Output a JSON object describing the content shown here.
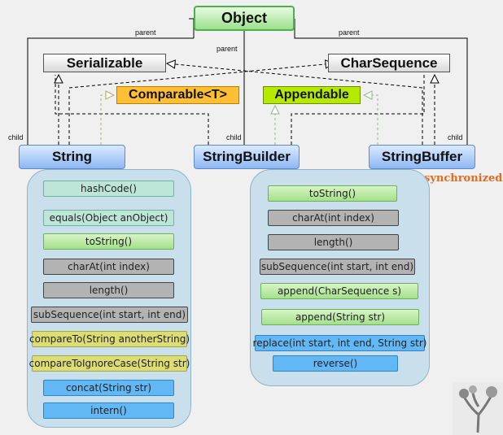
{
  "nodes": {
    "object": "Object",
    "serializable": "Serializable",
    "charsequence": "CharSequence",
    "comparable": "Comparable<T>",
    "appendable": "Appendable",
    "string": "String",
    "stringbuilder": "StringBuilder",
    "stringbuffer": "StringBuffer"
  },
  "edge_labels": {
    "parent_left": "parent",
    "parent_middle": "parent",
    "parent_right": "parent",
    "child_left": "child",
    "child_middle": "child",
    "child_right": "child"
  },
  "annotation": "synchronized",
  "string_methods": [
    {
      "label": "hashCode()",
      "style": "teal"
    },
    {
      "label": "equals(Object anObject)",
      "style": "teal"
    },
    {
      "label": "toString()",
      "style": "green"
    },
    {
      "label": "charAt(int index)",
      "style": "gray"
    },
    {
      "label": "length()",
      "style": "gray"
    },
    {
      "label": "subSequence(int start, int end)",
      "style": "gray"
    },
    {
      "label": "compareTo(String anotherString)",
      "style": "yellow"
    },
    {
      "label": "compareToIgnoreCase(String str)",
      "style": "yellow"
    },
    {
      "label": "concat(String str)",
      "style": "blue"
    },
    {
      "label": "intern()",
      "style": "blue"
    }
  ],
  "builder_methods": [
    {
      "label": "toString()",
      "style": "green"
    },
    {
      "label": "charAt(int index)",
      "style": "gray"
    },
    {
      "label": "length()",
      "style": "gray"
    },
    {
      "label": "subSequence(int start, int end)",
      "style": "gray"
    },
    {
      "label": "append(CharSequence s)",
      "style": "green"
    },
    {
      "label": "append(String str)",
      "style": "green"
    },
    {
      "label": "replace(int start, int end, String str)",
      "style": "blue"
    },
    {
      "label": "reverse()",
      "style": "blue"
    }
  ],
  "colors": {
    "object_fill": "#9be08c",
    "comparable_fill": "#ffbf34",
    "appendable_fill": "#b6e900",
    "class_fill": "#8db8f2",
    "group_fill": "#c9dfeb",
    "annotation": "#e8681c"
  },
  "logo": "tree-logo"
}
